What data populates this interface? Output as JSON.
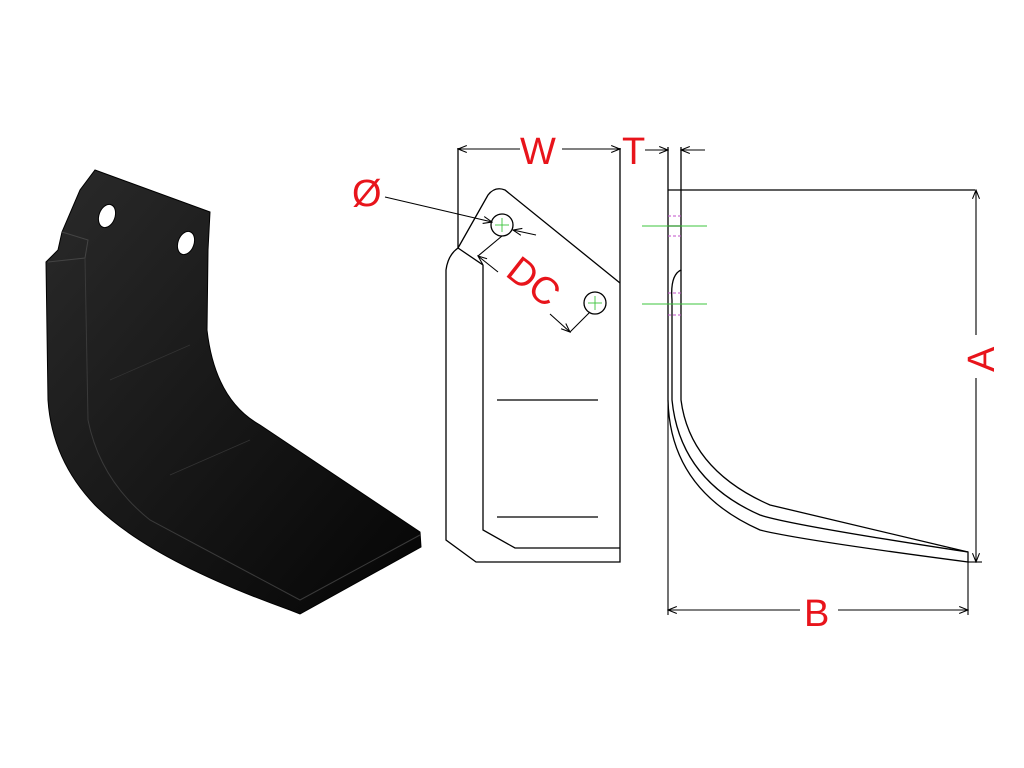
{
  "labels": {
    "diameter": "Ø",
    "width": "W",
    "thickness": "T",
    "hole_distance": "DC",
    "height": "A",
    "length": "B"
  },
  "colors": {
    "dimension_label": "#e8141b",
    "part_fill": "#111111",
    "centerline": "#3cc43c",
    "hidden_line": "#c050c8"
  }
}
